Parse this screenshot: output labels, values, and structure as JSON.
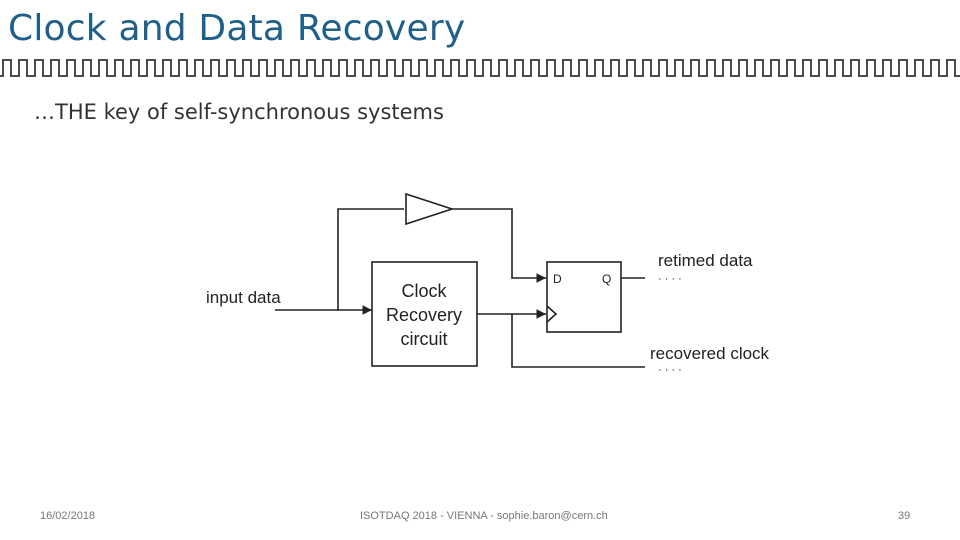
{
  "slide": {
    "title": "Clock and Data Recovery",
    "subtitle": "…THE key of self-synchronous systems"
  },
  "diagram": {
    "input_label": "input data",
    "block_lines": [
      "Clock",
      "Recovery",
      "circuit"
    ],
    "ff_d": "D",
    "ff_q": "Q",
    "output_data_label": "retimed data",
    "output_clock_label": "recovered clock",
    "ellipsis": "· · · ·"
  },
  "footer": {
    "date": "16/02/2018",
    "center": "ISOTDAQ 2018 - VIENNA - sophie.baron@cern.ch",
    "page": "39"
  },
  "colors": {
    "title": "#1f5f8b",
    "clock_bar": "#4b4b4b",
    "diagram_line": "#222222"
  }
}
